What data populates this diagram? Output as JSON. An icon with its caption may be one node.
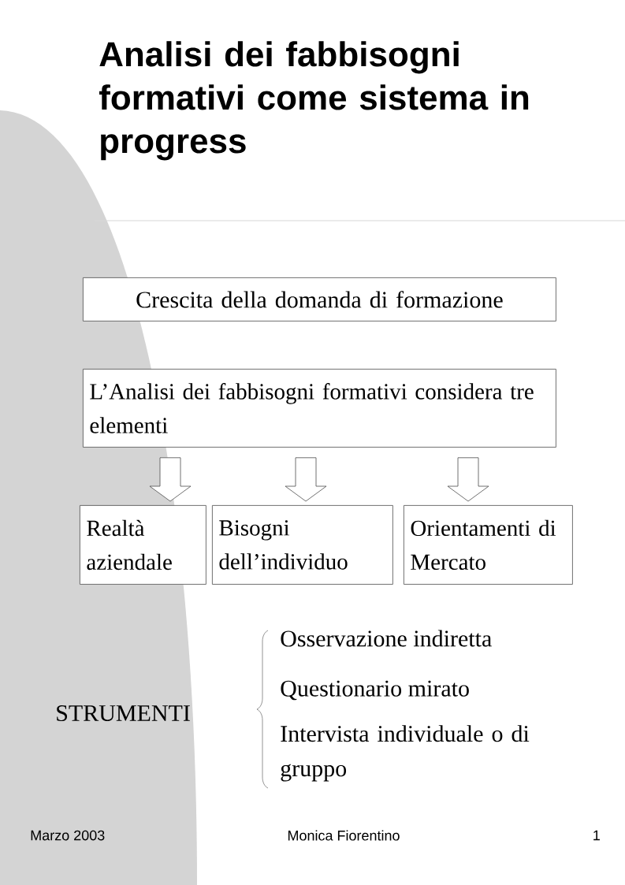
{
  "diagram": {
    "title": "Analisi dei fabbisogni formativi come sistema in progress",
    "nodes": [
      {
        "text": [
          "Crescita della domanda di formazione"
        ]
      },
      {
        "text": [
          "L’Analisi dei fabbisogni formativi considera tre elementi"
        ]
      },
      {
        "text": [
          "Realtà aziendale"
        ]
      },
      {
        "text": [
          "Bisogni dell’individuo"
        ]
      },
      {
        "text": [
          "Orientamenti di Mercato"
        ]
      }
    ],
    "edges": [
      {
        "from": 1,
        "to": 2,
        "arrow": "to"
      },
      {
        "from": 1,
        "to": 3,
        "arrow": "to"
      },
      {
        "from": 1,
        "to": 4,
        "arrow": "to"
      }
    ],
    "labels": [
      "STRUMENTI",
      "Osservazione indiretta",
      "Questionario mirato",
      "Intervista individuale o di gruppo",
      "Marzo 2003",
      "Monica Fiorentino",
      "1"
    ]
  }
}
